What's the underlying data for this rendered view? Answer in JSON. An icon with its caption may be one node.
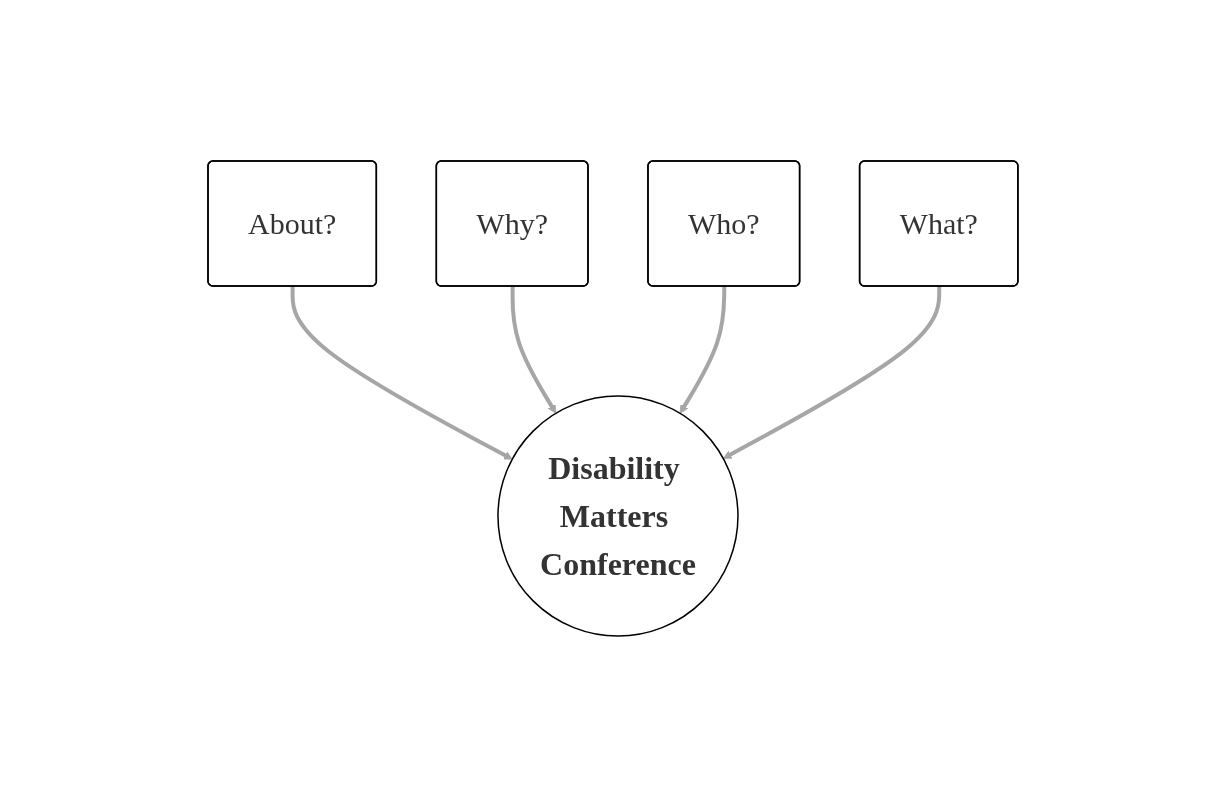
{
  "diagram": {
    "nodes": [
      {
        "text": [
          "About?"
        ]
      },
      {
        "text": [
          "Why?"
        ]
      },
      {
        "text": [
          "Who?"
        ]
      },
      {
        "text": [
          "Disability Matters Conference"
        ]
      },
      {
        "text": [
          "What?"
        ]
      }
    ],
    "edges": [
      {
        "from": 0,
        "to": 3,
        "arrow": "to"
      },
      {
        "from": 1,
        "to": 3,
        "arrow": "to"
      },
      {
        "from": 2,
        "to": 3,
        "arrow": "to"
      },
      {
        "from": 4,
        "to": 3,
        "arrow": "to"
      }
    ]
  }
}
